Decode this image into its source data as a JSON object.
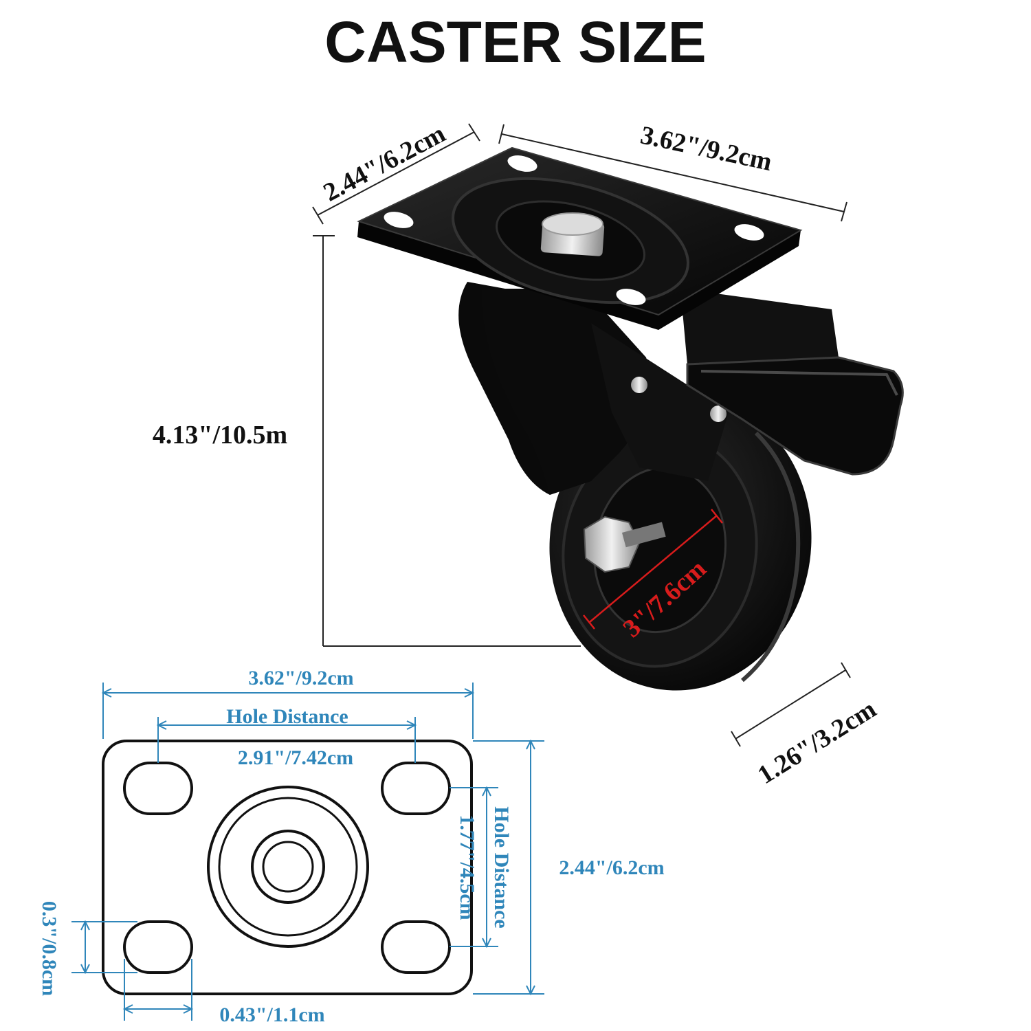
{
  "title": "CASTER SIZE",
  "colors": {
    "ink": "#111111",
    "blue_dim": "#2f86ba",
    "red_dim": "#d81c1c",
    "caster_body": "#0d0d0d",
    "bolt": "#c8c8c8"
  },
  "photo": {
    "top_plate_width": "2.44\"/6.2cm",
    "top_plate_length": "3.62\"/9.2cm",
    "total_height": "4.13\"/10.5m",
    "wheel_diameter": "3\"/7.6cm",
    "wheel_width": "1.26\"/3.2cm"
  },
  "plate_drawing": {
    "overall_length": "3.62\"/9.2cm",
    "hole_distance_h_label": "Hole Distance",
    "hole_distance_h_value": "2.91\"/7.42cm",
    "hole_distance_v_label": "Hole Distance",
    "hole_distance_v_value": "1.77\"/4.5cm",
    "overall_width": "2.44\"/6.2cm",
    "hole_width": "0.3\"/0.8cm",
    "hole_length": "0.43\"/1.1cm"
  }
}
